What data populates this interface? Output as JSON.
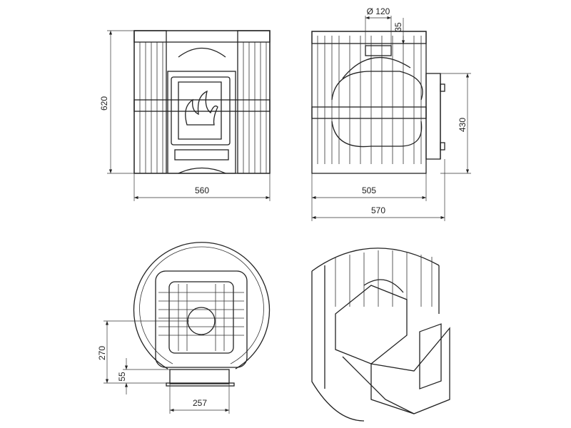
{
  "drawing": {
    "front_view": {
      "height": "620",
      "width": "560"
    },
    "side_view": {
      "flue_diameter": "Ø 120",
      "flue_offset": "35",
      "door_height": "430",
      "body_depth": "505",
      "total_depth": "570"
    },
    "top_view": {
      "door_offset": "270",
      "base_offset": "55",
      "door_width": "257"
    },
    "colors": {
      "line": "#222222",
      "background": "#ffffff"
    }
  }
}
